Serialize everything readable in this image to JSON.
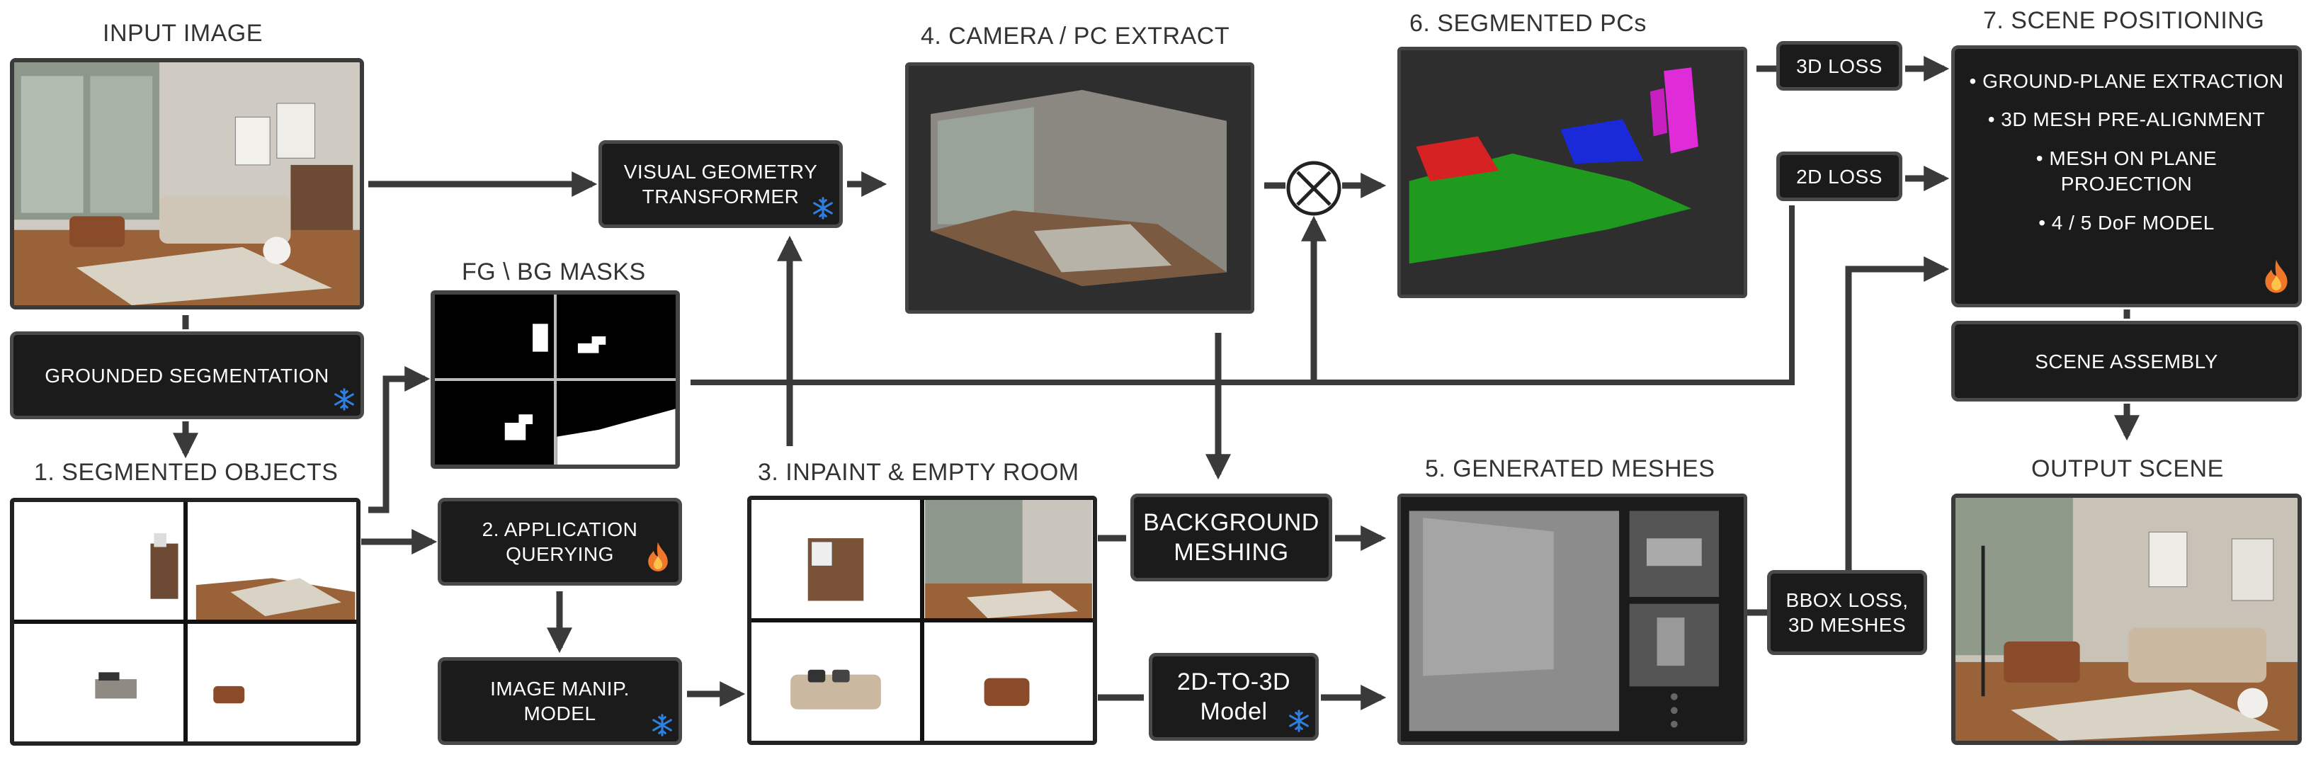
{
  "titles": {
    "input_image": "INPUT IMAGE",
    "fg_bg_masks": "FG \\ BG MASKS",
    "segmented_objects": "1. SEGMENTED OBJECTS",
    "camera_pc_extract": "4. CAMERA / PC EXTRACT",
    "inpaint_empty_room": "3. INPAINT & EMPTY ROOM",
    "segmented_pcs": "6. SEGMENTED PCs",
    "generated_meshes": "5. GENERATED MESHES",
    "scene_positioning": "7. SCENE POSITIONING",
    "output_scene": "OUTPUT SCENE"
  },
  "boxes": {
    "grounded_segmentation": "GROUNDED SEGMENTATION",
    "visual_geometry_transformer": "VISUAL GEOMETRY\nTRANSFORMER",
    "application_querying": "2. APPLICATION\nQUERYING",
    "image_manip_model": "IMAGE MANIP.\nMODEL",
    "background_meshing": "BACKGROUND\nMESHING",
    "two_d_to_three_d": "2D-TO-3D\nModel",
    "loss_3d": "3D LOSS",
    "loss_2d": "2D LOSS",
    "bbox_loss": "BBOX LOSS,\n3D MESHES",
    "scene_assembly": "SCENE ASSEMBLY"
  },
  "scene_positioning_steps": [
    "GROUND-PLANE EXTRACTION",
    "3D MESH PRE-ALIGNMENT",
    "MESH ON PLANE\nPROJECTION",
    "4 / 5 DoF MODEL"
  ],
  "icons": {
    "frozen": "snowflake-icon",
    "trainable": "flame-icon",
    "combine": "multiply-icon"
  },
  "colors": {
    "box_bg": "#1b1b1b",
    "box_border": "#4a4a4a",
    "arrow": "#3a3a3a",
    "snowflake": "#2f7fe0",
    "flame": "#f0772a",
    "pc_red": "#d62222",
    "pc_green": "#1f9a1f",
    "pc_blue": "#1a2ad8",
    "pc_magenta": "#e02bd8"
  }
}
